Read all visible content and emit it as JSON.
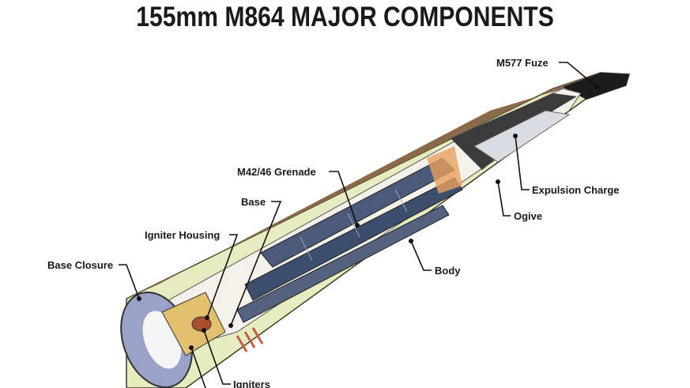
{
  "title": "155mm M864 MAJOR COMPONENTS",
  "labels": {
    "fuze": "M577 Fuze",
    "expulsion_charge": "Expulsion Charge",
    "ogive": "Ogive",
    "grenade": "M42/46 Grenade",
    "base": "Base",
    "igniter_housing": "Igniter Housing",
    "base_closure": "Base Closure",
    "body": "Body",
    "igniters": "Igniters"
  }
}
